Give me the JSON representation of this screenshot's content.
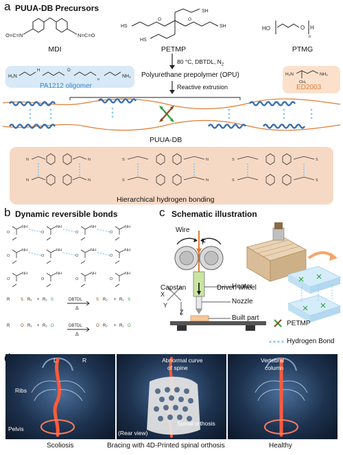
{
  "panel_a": {
    "letter": "a",
    "title": "PUUA-DB Precursors",
    "precursors": [
      "MDI",
      "PETMP",
      "PTMG"
    ],
    "reaction_conditions": "80 °C, DBTDL, N",
    "reaction_conditions_sub": "2",
    "prepolymer": "Polyurethane prepolymer (OPU)",
    "step2": "Reactive extrusion",
    "oligomer": "PA1212 oligomer",
    "ed2003": "ED2003",
    "product": "PUUA-DB",
    "hbond_title": "Hierarchical hydrogen bonding"
  },
  "panel_b": {
    "letter": "b",
    "title": "Dynamic reversible bonds",
    "catalyst": "DBTDL",
    "heat": "Δ"
  },
  "panel_c": {
    "letter": "c",
    "title": "Schematic illustration",
    "labels": {
      "wire": "Wire",
      "force": "F",
      "capstan": "Capstan",
      "driven_wheel": "Driven wheel",
      "heater": "Heater",
      "nozzle": "Nozzle",
      "built_part": "Built part",
      "axis_x": "X",
      "axis_y": "Y",
      "axis_z": "Z"
    },
    "legend": {
      "petmp": "PETMP",
      "hbond": "Hydrogen Bond"
    }
  },
  "panel_d": {
    "letter": "d",
    "labels": {
      "left": "L",
      "right": "R",
      "abnormal": "Abnormal curve",
      "abnormal2": "of spine",
      "vertebral": "Vertebral",
      "vertebral2": "column",
      "ribs": "Ribs",
      "pelvis": "Pelvis",
      "rear_view": "(Rear view)",
      "spinal_orthosis": "Spinal orthosis"
    },
    "captions": {
      "scoliosis": "Scoliosis",
      "bracing": "Bracing with 4D-Printed spinal orthosis",
      "healthy": "Healthy"
    }
  },
  "colors": {
    "blue": "#3a86c8",
    "orange": "#e07b32",
    "green": "#2e9e3a",
    "brown": "#8b4a1c",
    "peach_band": "#f6d9c4",
    "light_blue_band": "#d8e9f7"
  }
}
